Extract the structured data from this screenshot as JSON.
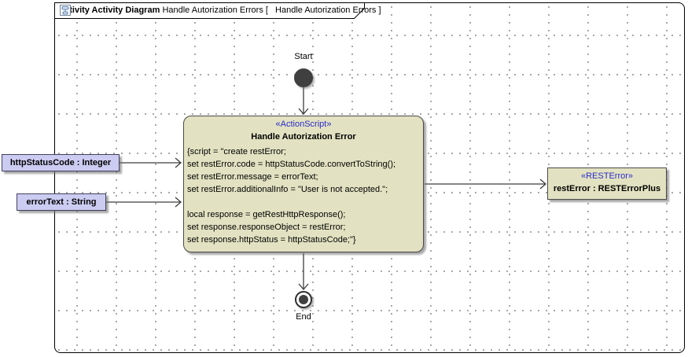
{
  "frame": {
    "kind_label": "activity Activity Diagram",
    "diagram_name": "Handle Autorization Errors",
    "bracket_open": "[",
    "tab_reference": "Handle Autorization Errors",
    "bracket_close": "]"
  },
  "nodes": {
    "start": {
      "label": "Start"
    },
    "end": {
      "label": "End"
    },
    "action": {
      "stereotype": "«ActionScript»",
      "title": "Handle Autorization Error",
      "script": "{script = \"create restError;\nset restError.code = httpStatusCode.convertToString();\nset restError.message = errorText;\nset restError.additionalInfo = \"User is not accepted.\";\n\nlocal response = getRestHttpResponse();\nset response.responseObject = restError;\nset response.httpStatus = httpStatusCode;\"}"
    },
    "params": [
      {
        "label": "httpStatusCode : Integer"
      },
      {
        "label": "errorText : String"
      }
    ],
    "object": {
      "stereotype": "«RESTError»",
      "label": "restError : RESTErrorPlus"
    }
  },
  "colors": {
    "node_fill": "#e2e2c2",
    "param_fill": "#ccccf2",
    "stereotype_text": "#2b2bcb",
    "edge": "#3d3d3d",
    "grid_dot": "#9b9b9b"
  }
}
